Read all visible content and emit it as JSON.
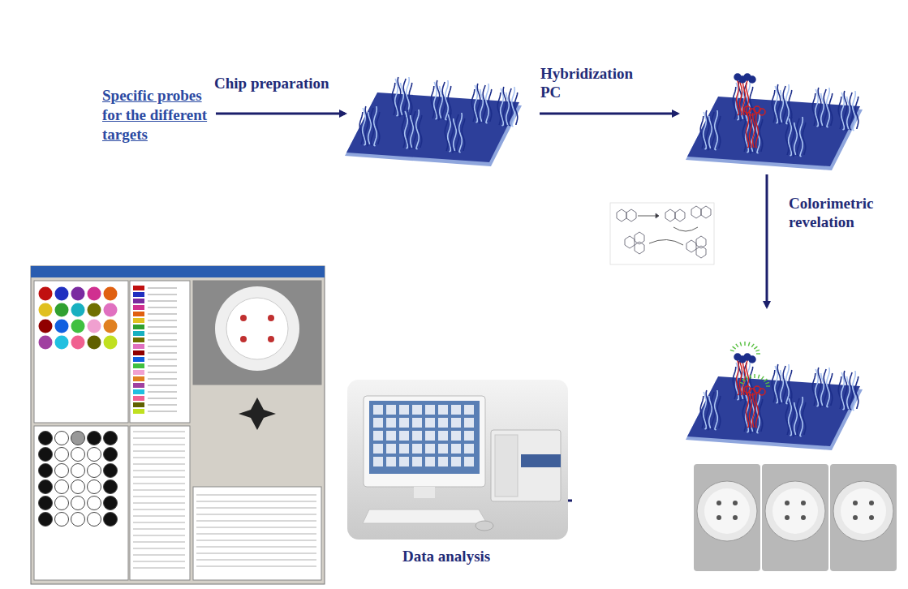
{
  "diagram": {
    "nodes": [
      {
        "text": [
          "Specific probes for the different targets"
        ]
      }
    ],
    "labels": [
      "Chip preparation",
      "Hybridization PC",
      "Colorimetric revelation",
      "Data analysis"
    ]
  }
}
